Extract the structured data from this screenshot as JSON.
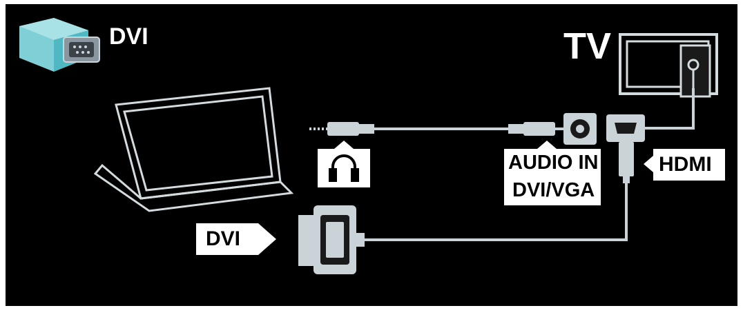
{
  "header": {
    "title": "DVI",
    "icon": "dvi-connector-icon"
  },
  "labels": {
    "tv": "TV",
    "audio_in_line1": "AUDIO IN",
    "audio_in_line2": "DVI/VGA",
    "hdmi": "HDMI",
    "dvi_callout": "DVI"
  },
  "colors": {
    "background": "#000000",
    "cable": "#c9d3d8",
    "device_outline": "#d4dbde",
    "connector_teal": "#4fb8c2",
    "label_bg": "#ffffff"
  }
}
